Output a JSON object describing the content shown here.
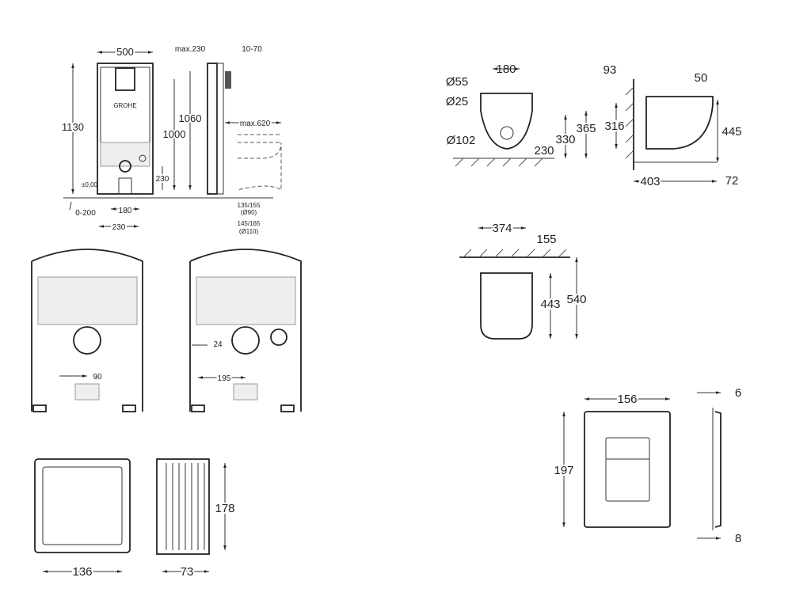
{
  "brand": "GROHE",
  "frame_front": {
    "width": "500",
    "max_depth": "max.230",
    "adjust": "10-70",
    "height": "1130",
    "height_flush": "1060",
    "height_inlet": "1000",
    "max_bowl": "max.620",
    "drain_height": "230",
    "zero": "±0,00",
    "floor_adj": "0-200",
    "bolt_spacing": "180",
    "drain_spacing": "230",
    "drain_90": "135/155",
    "drain_90_sub": "(Ø90)",
    "drain_110": "145/165",
    "drain_110_sub": "(Ø110)"
  },
  "frame_detail": {
    "left_offset": "90",
    "inlet_offset": "24",
    "right_offset": "195"
  },
  "access_panel": {
    "width": "136",
    "depth": "73",
    "height": "178"
  },
  "bowl_front": {
    "d55": "Ø55",
    "d25": "Ø25",
    "d102": "Ø102",
    "spacing": "180",
    "h365": "365",
    "h330": "330",
    "h230": "230"
  },
  "bowl_side": {
    "wall": "93",
    "seat": "50",
    "h316": "316",
    "h445": "445",
    "length": "403",
    "h72": "72"
  },
  "bowl_top": {
    "width": "374",
    "fix": "155",
    "h443": "443",
    "h540": "540"
  },
  "flush_plate": {
    "width": "156",
    "height": "197",
    "depth_top": "6",
    "depth_bottom": "8"
  }
}
